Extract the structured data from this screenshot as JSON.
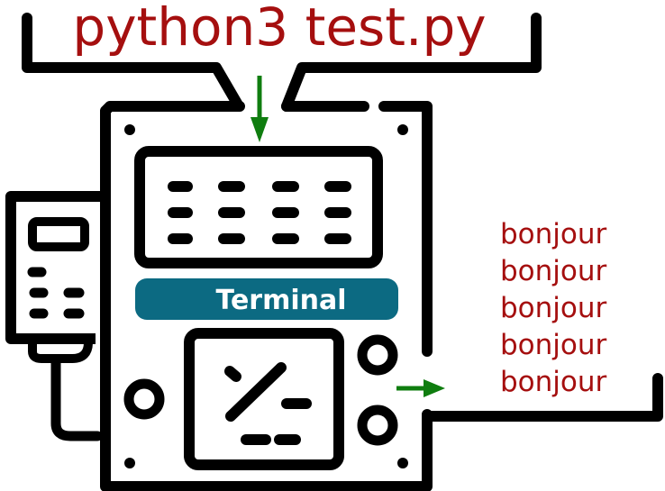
{
  "command": "python3 test.py",
  "terminal_label": "Terminal",
  "output_lines": [
    "bonjour",
    "bonjour",
    "bonjour",
    "bonjour",
    "bonjour"
  ],
  "colors": {
    "command_text": "#a50f0f",
    "output_text": "#a50f0f",
    "arrow": "#0f7d0f",
    "terminal_badge": "#0c6a82",
    "badge_text": "#ffffff",
    "outline": "#000000"
  },
  "icons": [
    "machine-icon",
    "keypad-remote-icon",
    "screen-icon",
    "percent-icon",
    "input-arrow-icon",
    "output-arrow-icon"
  ]
}
